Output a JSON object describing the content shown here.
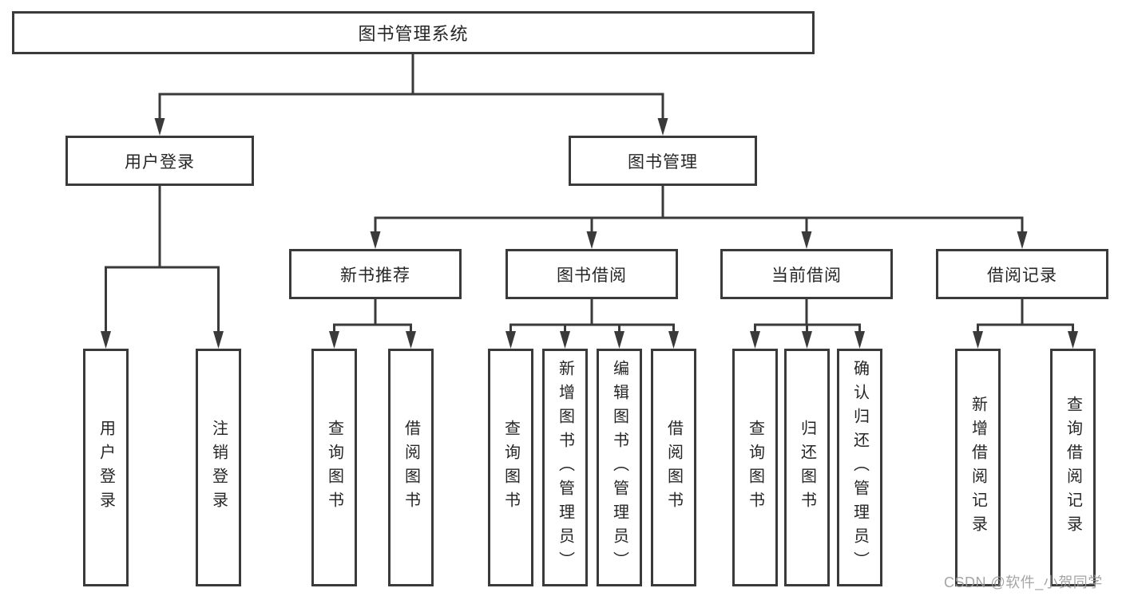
{
  "tree": {
    "label": "图书管理系统",
    "children": [
      {
        "label": "用户登录",
        "children": [
          {
            "label": "用户登录"
          },
          {
            "label": "注销登录"
          }
        ]
      },
      {
        "label": "图书管理",
        "children": [
          {
            "label": "新书推荐",
            "children": [
              {
                "label": "查询图书"
              },
              {
                "label": "借阅图书"
              }
            ]
          },
          {
            "label": "图书借阅",
            "children": [
              {
                "label": "查询图书"
              },
              {
                "label": "新增图书（管理员）"
              },
              {
                "label": "编辑图书（管理员）"
              },
              {
                "label": "借阅图书"
              }
            ]
          },
          {
            "label": "当前借阅",
            "children": [
              {
                "label": "查询图书"
              },
              {
                "label": "归还图书"
              },
              {
                "label": "确认归还（管理员）"
              }
            ]
          },
          {
            "label": "借阅记录",
            "children": [
              {
                "label": "新增借阅记录"
              },
              {
                "label": "查询借阅记录"
              }
            ]
          }
        ]
      }
    ]
  },
  "watermark": {
    "text": "CSDN @软件_小贺同学"
  },
  "colors": {
    "background": "#ffffff",
    "line": "#3a3a3a",
    "node_border": "#3a3a3a",
    "node_text": "#262626",
    "watermark_text": "#9c9c9c"
  }
}
